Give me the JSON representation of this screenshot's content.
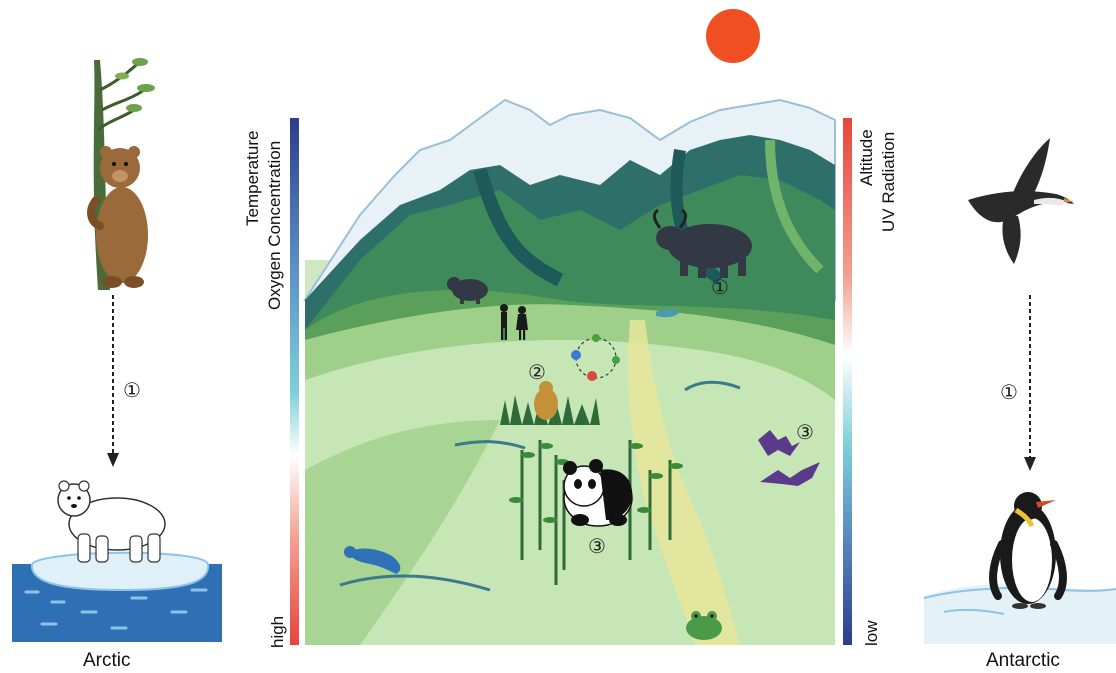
{
  "left_panel": {
    "region_label": "Arctic",
    "marker": "①"
  },
  "right_panel": {
    "region_label": "Antarctic",
    "marker": "①"
  },
  "left_scale": {
    "label_line1": "Temperature",
    "label_line2": "Oxygen Concentration",
    "end_label": "high",
    "colors": {
      "top": "#2d3d8c",
      "middle": "#7fcfd9",
      "bottom": "#e8453a"
    }
  },
  "right_scale": {
    "label_line1": "Altitude",
    "label_line2": "UV Radiation",
    "end_label": "low",
    "colors": {
      "top": "#e8453a",
      "middle": "#ffffff",
      "bottom": "#2d3d8c"
    }
  },
  "mountain_markers": {
    "yak": "①",
    "marmot": "②",
    "panda": "③",
    "bats": "③"
  },
  "icons": [
    "sun-icon",
    "brown-bear-icon",
    "polar-bear-icon",
    "petrel-bird-icon",
    "penguin-icon",
    "yak-icon",
    "panda-icon",
    "marmot-icon",
    "bat-icon",
    "salamander-icon",
    "frog-icon",
    "people-icon",
    "cycle-icon",
    "bamboo-icon"
  ],
  "colors": {
    "sun": "#f04e23",
    "snow": "#e8f1f6",
    "ocean": "#2f6fb3"
  }
}
